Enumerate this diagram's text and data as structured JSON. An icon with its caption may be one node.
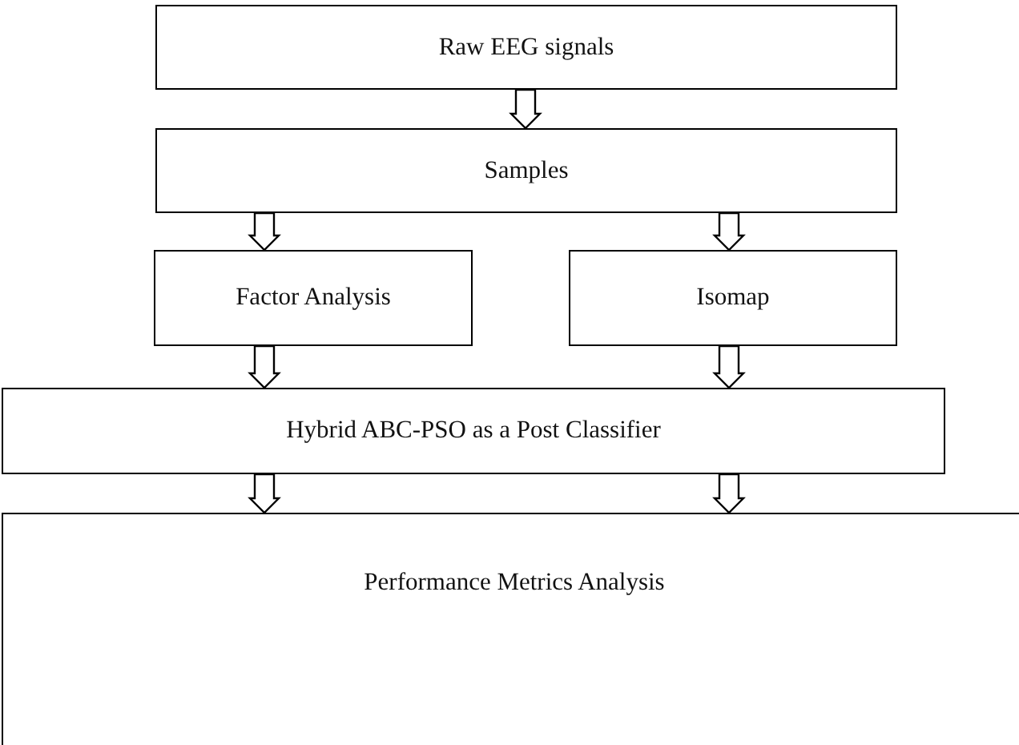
{
  "diagram": {
    "nodes": [
      {
        "text": [
          "Raw EEG signals"
        ]
      },
      {
        "text": [
          "Samples"
        ]
      },
      {
        "text": [
          "Factor Analysis"
        ]
      },
      {
        "text": [
          "Isomap"
        ]
      },
      {
        "text": [
          "Hybrid ABC-PSO as a Post Classifier"
        ]
      },
      {
        "text": [
          "Performance Metrics Analysis"
        ]
      }
    ],
    "edges": [
      {
        "from": 0,
        "to": 1,
        "arrow": "to"
      },
      {
        "from": 1,
        "to": 2,
        "arrow": "to"
      },
      {
        "from": 1,
        "to": 3,
        "arrow": "to"
      },
      {
        "from": 2,
        "to": 4,
        "arrow": "to"
      },
      {
        "from": 3,
        "to": 4,
        "arrow": "to"
      },
      {
        "from": 4,
        "to": 5,
        "arrow": "to"
      },
      {
        "from": 4,
        "to": 5,
        "arrow": "to"
      }
    ]
  }
}
